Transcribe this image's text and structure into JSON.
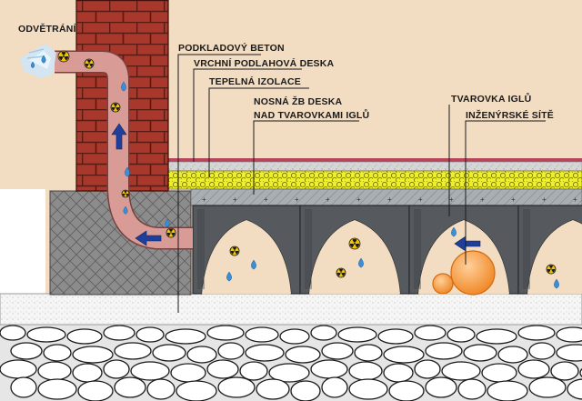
{
  "labels": {
    "ventilation": "ODVĚTRÁNÍ",
    "base_concrete": "PODKLADOVÝ BETON",
    "top_floor_slab": "VRCHNÍ PODLAHOVÁ DESKA",
    "thermal_insulation": "TEPELNÁ IZOLACE",
    "bearing_slab_line1": "NOSNÁ ŽB DESKA",
    "bearing_slab_line2": "NAD TVAROVKAMI IGLŮ",
    "iglu_form": "TVAROVKA IGLŮ",
    "utilities": "INŽENÝRSKÉ SÍTĚ"
  },
  "colors": {
    "background": "#f2dcc2",
    "brick": "#a8372c",
    "mortar": "#5a1a12",
    "pipe": "#e5a7a0",
    "arrow": "#1f3f9a",
    "insulation": "#eeee30",
    "iglu": "#565a5e",
    "gravel": "#e8e8e8",
    "radon_symbol": "#f4c400",
    "water_drop": "#3a8fd8",
    "pipe_utility": "#f08a2a"
  },
  "icons": [
    "radon-icon",
    "water-drop-icon",
    "flow-arrow-icon",
    "brick-chimney"
  ]
}
